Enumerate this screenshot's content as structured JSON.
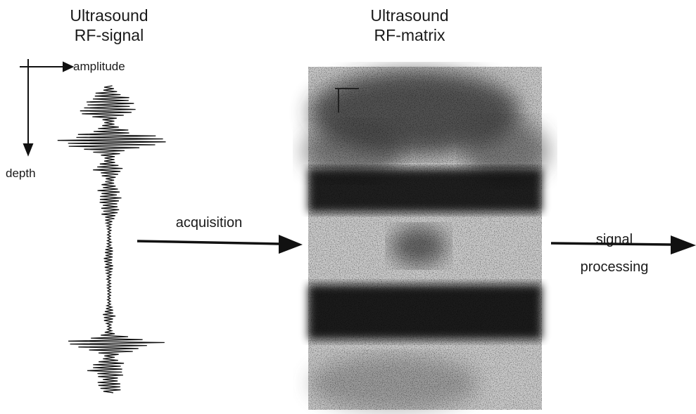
{
  "signal_panel": {
    "title_line1": "Ultrasound",
    "title_line2": "RF-signal",
    "axis_amplitude": "amplitude",
    "axis_depth": "depth"
  },
  "matrix_panel": {
    "title_line1": "Ultrasound",
    "title_line2": "RF-matrix"
  },
  "arrows": {
    "acquisition": "acquisition",
    "signal_line1": "signal",
    "signal_line2": "processing"
  },
  "colors": {
    "ink": "#111111",
    "background": "#ffffff"
  }
}
